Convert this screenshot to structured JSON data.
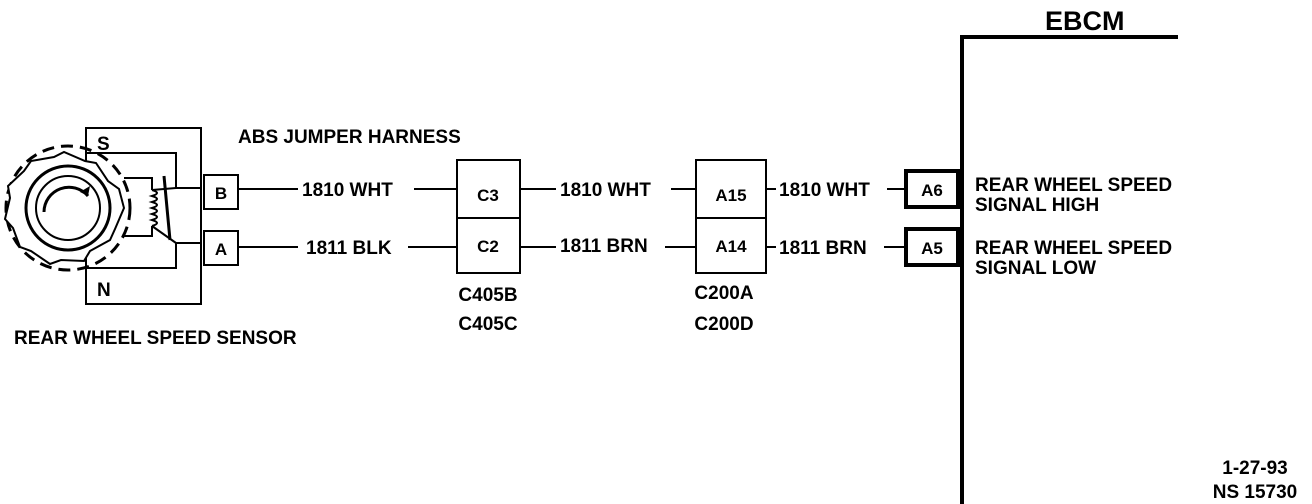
{
  "module": {
    "name": "EBCM"
  },
  "harness_label": "ABS JUMPER HARNESS",
  "sensor": {
    "label": "REAR WHEEL SPEED SENSOR",
    "pole_s": "S",
    "pole_n": "N",
    "terminal_b": "B",
    "terminal_a": "A"
  },
  "circuits": {
    "high": {
      "seg1": "1810 WHT",
      "seg2": "1810 WHT",
      "seg3": "1810 WHT"
    },
    "low": {
      "seg1": "1811 BLK",
      "seg2": "1811 BRN",
      "seg3": "1811 BRN"
    }
  },
  "connector1": {
    "pin_high": "C3",
    "pin_low": "C2",
    "name_1": "C405B",
    "name_2": "C405C"
  },
  "connector2": {
    "pin_high": "A15",
    "pin_low": "A14",
    "name_1": "C200A",
    "name_2": "C200D"
  },
  "ebcm_pins": {
    "high": {
      "pin": "A6",
      "desc_1": "REAR WHEEL SPEED",
      "desc_2": "SIGNAL HIGH"
    },
    "low": {
      "pin": "A5",
      "desc_1": "REAR WHEEL SPEED",
      "desc_2": "SIGNAL LOW"
    }
  },
  "footer": {
    "date": "1-27-93",
    "ref": "NS 15730"
  }
}
